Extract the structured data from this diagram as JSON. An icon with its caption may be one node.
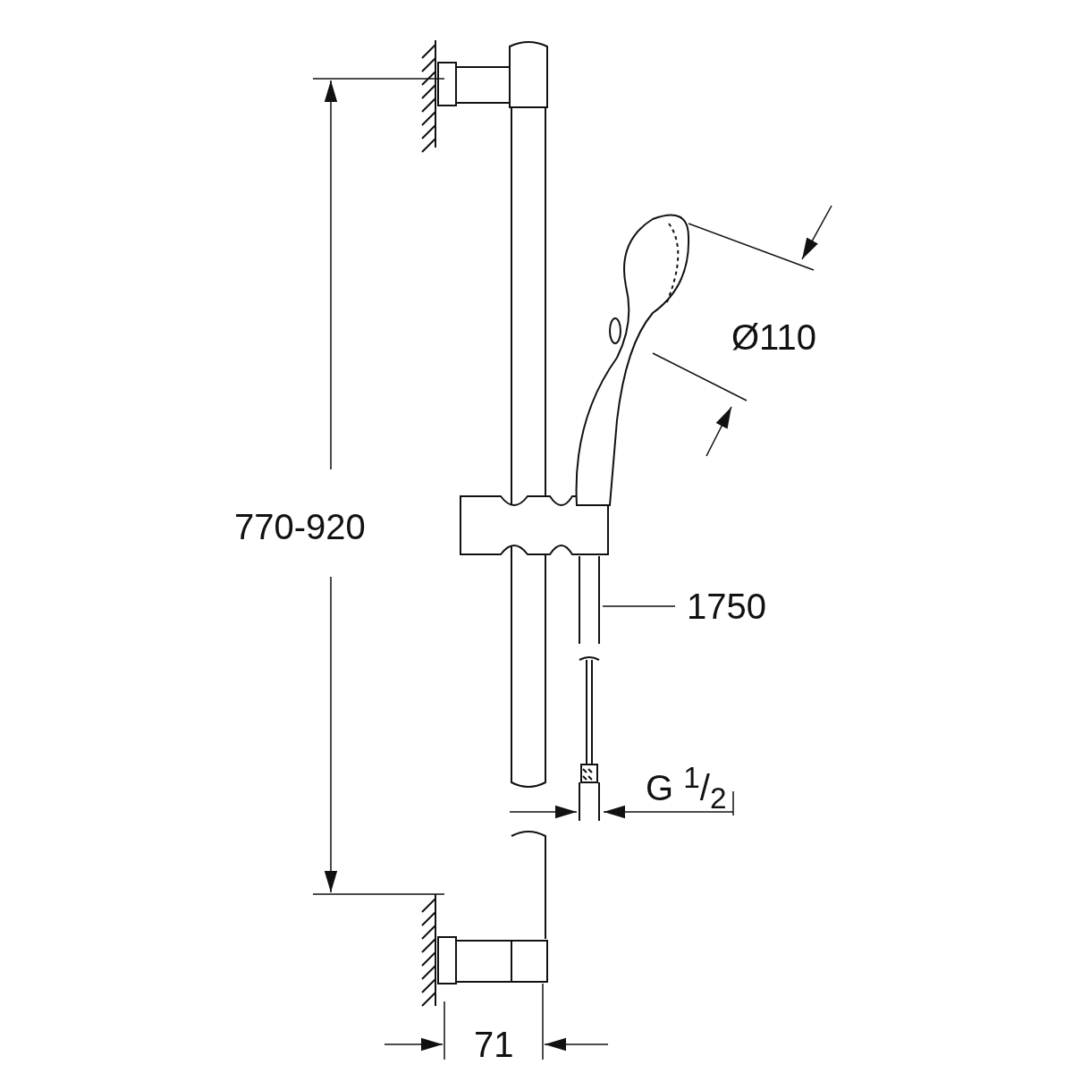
{
  "diagram": {
    "nodes": [
      {
        "text": [
          "1750"
        ]
      },
      {
        "text": [],
        "shape": "picture"
      }
    ],
    "edges": [
      {
        "from": 0,
        "to": 1,
        "arrow": "none"
      }
    ],
    "labels": [
      "770-920",
      "Ø110",
      "G $^{1}$/$_{2}$",
      "71"
    ]
  }
}
